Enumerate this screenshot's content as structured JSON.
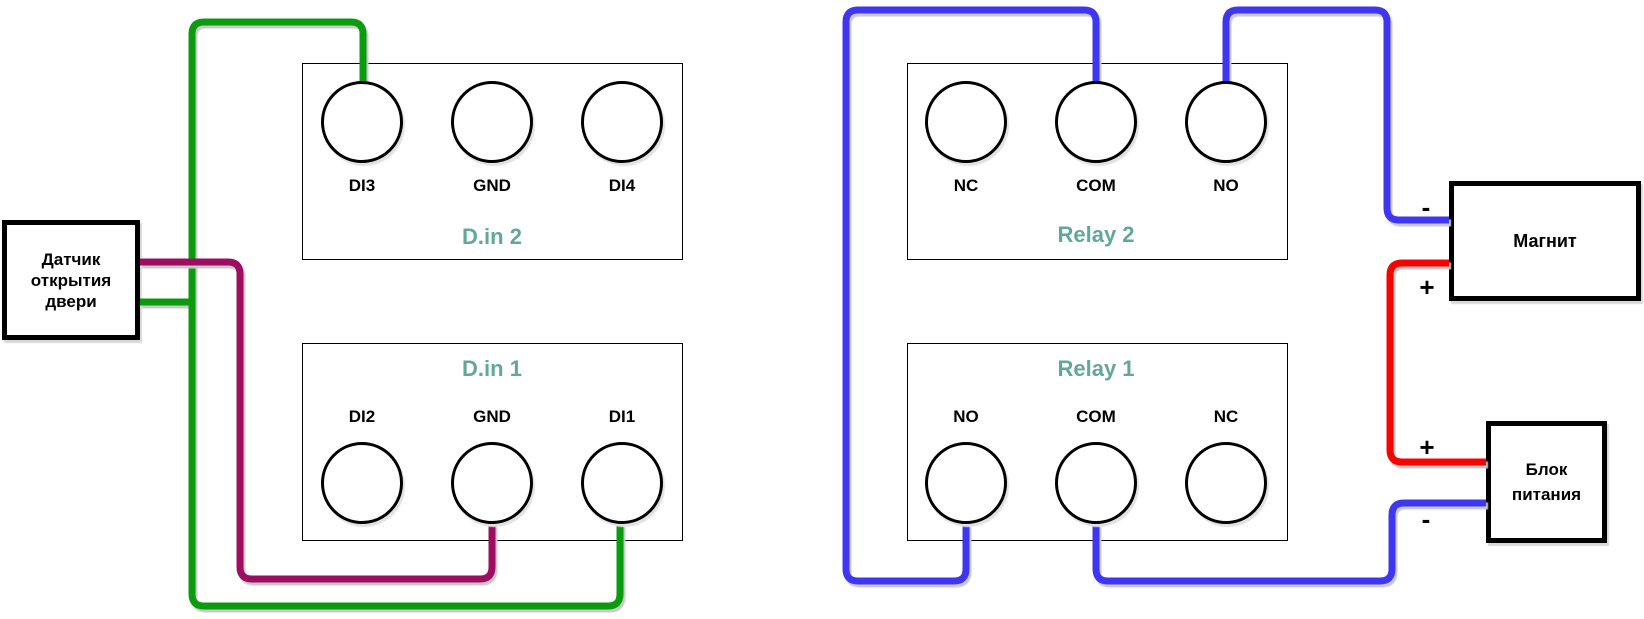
{
  "diagram": {
    "sensor": {
      "line1": "Датчик",
      "line2": "открытия",
      "line3": "двери"
    },
    "din2": {
      "title": "D.in 2",
      "t1": "DI3",
      "t2": "GND",
      "t3": "DI4"
    },
    "din1": {
      "title": "D.in 1",
      "t1": "DI2",
      "t2": "GND",
      "t3": "DI1"
    },
    "relay2": {
      "title": "Relay 2",
      "t1": "NC",
      "t2": "COM",
      "t3": "NO"
    },
    "relay1": {
      "title": "Relay 1",
      "t1": "NO",
      "t2": "COM",
      "t3": "NC"
    },
    "magnet": {
      "label": "Магнит",
      "minus": "-",
      "plus": "+"
    },
    "psu": {
      "line1": "Блок",
      "line2": "питания",
      "plus": "+",
      "minus": "-"
    },
    "colors": {
      "wire_green": "#0b9b0e",
      "wire_purple": "#9c0e62",
      "wire_blue": "#3f36f2",
      "wire_red": "#f50400",
      "title_teal": "#63a79b",
      "box_border": "#000000",
      "background": "#ffffff"
    },
    "wires": [
      {
        "color": "green",
        "from": "Датчик открытия двери",
        "to": "D.in 2 / DI3"
      },
      {
        "color": "green",
        "from": "Датчик открытия двери",
        "to": "D.in 1 / DI1"
      },
      {
        "color": "purple",
        "from": "Датчик открытия двери",
        "to": "D.in 1 / GND"
      },
      {
        "color": "blue",
        "from": "Relay 2 / COM",
        "to": "Relay 1 / NO"
      },
      {
        "color": "blue",
        "from": "Relay 2 / NO",
        "to": "Магнит -"
      },
      {
        "color": "blue",
        "from": "Relay 1 / COM",
        "to": "Блок питания -"
      },
      {
        "color": "red",
        "from": "Магнит +",
        "to": "Блок питания +"
      }
    ]
  }
}
